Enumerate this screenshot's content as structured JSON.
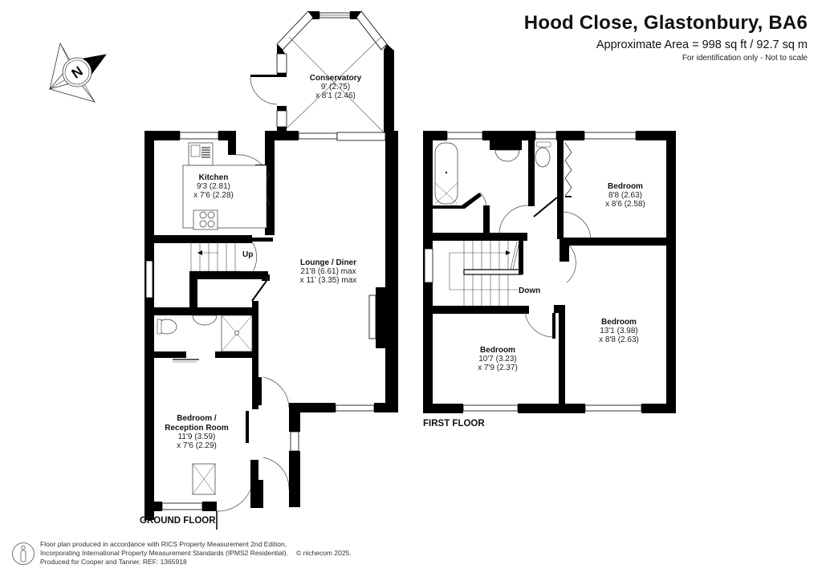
{
  "header": {
    "title": "Hood Close, Glastonbury, BA6",
    "area": "Approximate Area = 998 sq ft / 92.7 sq m",
    "disclaimer": "For identification only - Not to scale"
  },
  "compass": {
    "icon": "north-arrow-icon",
    "label": "N"
  },
  "ground_floor": {
    "label": "GROUND FLOOR",
    "rooms": {
      "conservatory": {
        "name": "Conservatory",
        "dim1": "9' (2.75)",
        "dim2": "x 8'1 (2.46)"
      },
      "kitchen": {
        "name": "Kitchen",
        "dim1": "9'3 (2.81)",
        "dim2": "x 7'6 (2.28)"
      },
      "lounge": {
        "name": "Lounge / Diner",
        "dim1": "21'8 (6.61) max",
        "dim2": "x 11' (3.35) max"
      },
      "bedroom_reception": {
        "name1": "Bedroom /",
        "name2": "Reception Room",
        "dim1": "11'9 (3.59)",
        "dim2": "x 7'6 (2.29)"
      }
    },
    "stairs_label": "Up"
  },
  "first_floor": {
    "label": "FIRST FLOOR",
    "rooms": {
      "bedroom_1": {
        "name": "Bedroom",
        "dim1": "8'8 (2.63)",
        "dim2": "x 8'6 (2.58)"
      },
      "bedroom_2": {
        "name": "Bedroom",
        "dim1": "13'1 (3.98)",
        "dim2": "x 8'8 (2.63)"
      },
      "bedroom_3": {
        "name": "Bedroom",
        "dim1": "10'7 (3.23)",
        "dim2": "x 7'9 (2.37)"
      }
    },
    "stairs_label": "Down"
  },
  "footer": {
    "icon": "person-info-icon",
    "line1": "Floor plan produced in accordance with RICS Property Measurement 2nd Edition,",
    "line2": "Incorporating International Property Measurement Standards (IPMS2 Residential).",
    "copyright": "© nichecom 2025.",
    "line3": "Produced for Cooper and Tanner.   REF: 1365918"
  }
}
